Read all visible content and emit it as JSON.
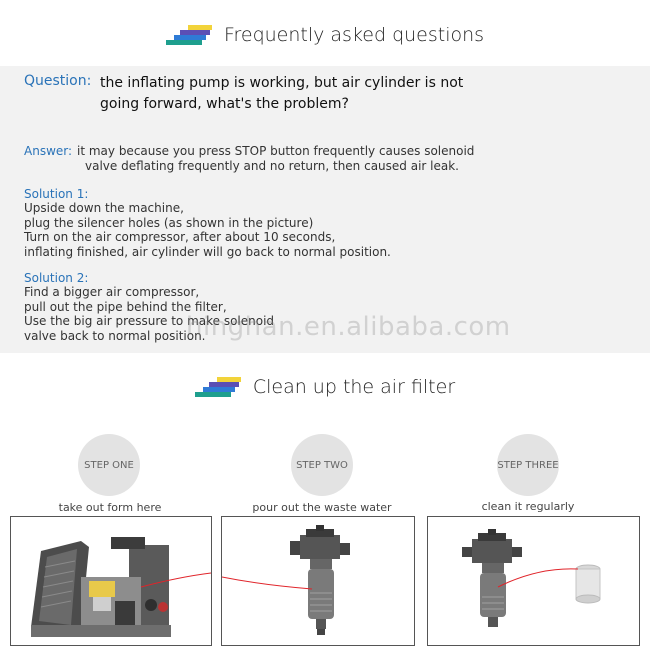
{
  "faq": {
    "title": "Frequently asked questions",
    "question_label": "Question:",
    "question_lines": [
      "the inflating pump is working, but air cylinder is not",
      "going forward, what's the problem?"
    ],
    "answer_label": "Answer:",
    "answer_lines": [
      "it may because you press STOP button frequently causes solenoid",
      "valve deflating frequently and no return, then caused air leak."
    ],
    "solution1_label": "Solution 1:",
    "solution1_lines": [
      "Upside down the machine,",
      "plug the silencer holes (as shown in the picture)",
      "Turn on the air compressor, after about 10 seconds,",
      "inflating finished, air cylinder will go back to normal position."
    ],
    "solution2_label": "Solution 2:",
    "solution2_lines": [
      "Find a bigger air compressor,",
      "pull out the pipe behind the filter,",
      "Use the big air pressure to make solenoid",
      "valve back to normal position."
    ]
  },
  "watermark": "hinghan.en.alibaba.com",
  "filter": {
    "title": "Clean up the air filter",
    "steps": [
      {
        "label": "STEP ONE",
        "caption": "take out form here"
      },
      {
        "label": "STEP TWO",
        "caption": "pour out the waste water"
      },
      {
        "label": "STEP THREE",
        "caption": "clean it regularly"
      }
    ]
  },
  "colors": {
    "accent_blue": "#2a73b8",
    "icon_yellow": "#f2d33a",
    "icon_purple": "#5b4fb5",
    "icon_blue": "#2f7bd6",
    "icon_teal": "#1e9f8e",
    "annotation_red": "#e0242a"
  },
  "icons": [
    "stacked-bars-icon"
  ]
}
